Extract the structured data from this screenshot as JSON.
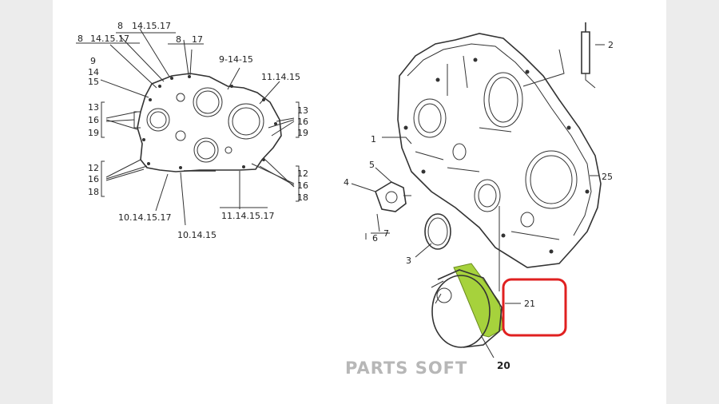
{
  "diagram": {
    "left_view_labels": {
      "top_1": "8",
      "top_2": "14.15.17",
      "top_3": "8",
      "top_4": "17",
      "left_top": "8",
      "left_top_2": "14.15.17",
      "l9": "9",
      "l14": "14",
      "l15": "15",
      "l13": "13",
      "l16a": "16",
      "l19": "19",
      "l12": "12",
      "l16b": "16",
      "l18": "18",
      "bottom_left": "10.14.15.17",
      "bottom_mid": "10.14.15",
      "bottom_right": "11.14.15.17",
      "top_mid_a": "9-14-15",
      "top_mid_b": "11.14.15",
      "r13": "13",
      "r16a": "16",
      "r19": "19",
      "r12": "12",
      "r16b": "16",
      "r18": "18"
    },
    "right_view_labels": {
      "p1": "1",
      "p2": "2",
      "p3": "3",
      "p4": "4",
      "p5": "5",
      "p6": "6",
      "p7": "7",
      "p20": "20",
      "p21": "21",
      "p25": "25"
    }
  },
  "highlight": {
    "color": "#e02020",
    "part_color": "#a6d23c"
  },
  "watermark": "PARTS SOFT"
}
